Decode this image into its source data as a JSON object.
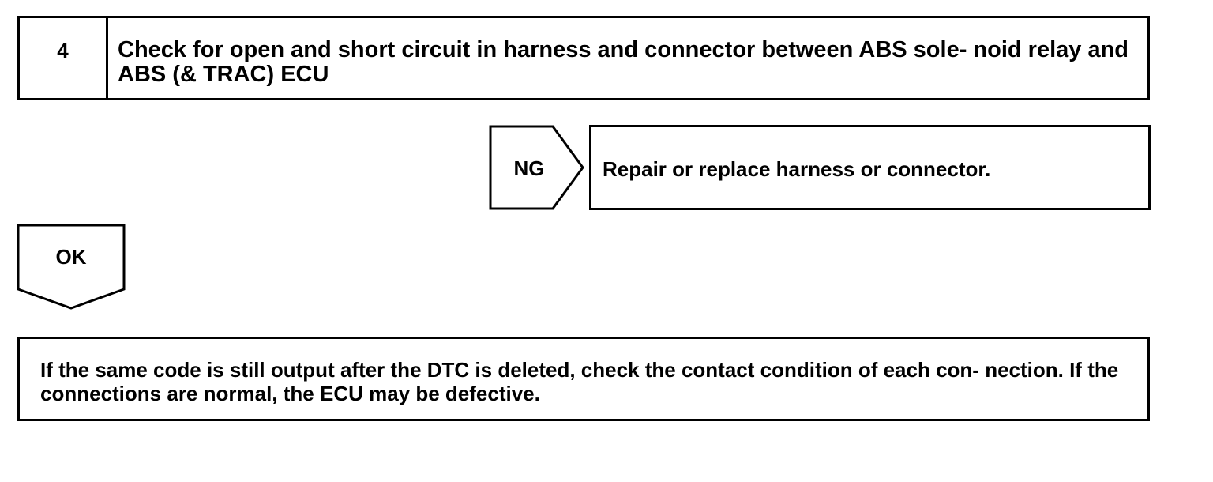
{
  "step": {
    "number": "4",
    "text": "Check for open and short circuit in harness and connector between ABS sole- noid relay and ABS (& TRAC) ECU"
  },
  "ng_branch": {
    "label": "NG",
    "action": "Repair or replace harness or connector."
  },
  "ok_branch": {
    "label": "OK"
  },
  "final_note": {
    "text": "If the same code is still output after the DTC is deleted, check the contact condition of each con- nection. If the connections are normal, the ECU may be defective."
  }
}
